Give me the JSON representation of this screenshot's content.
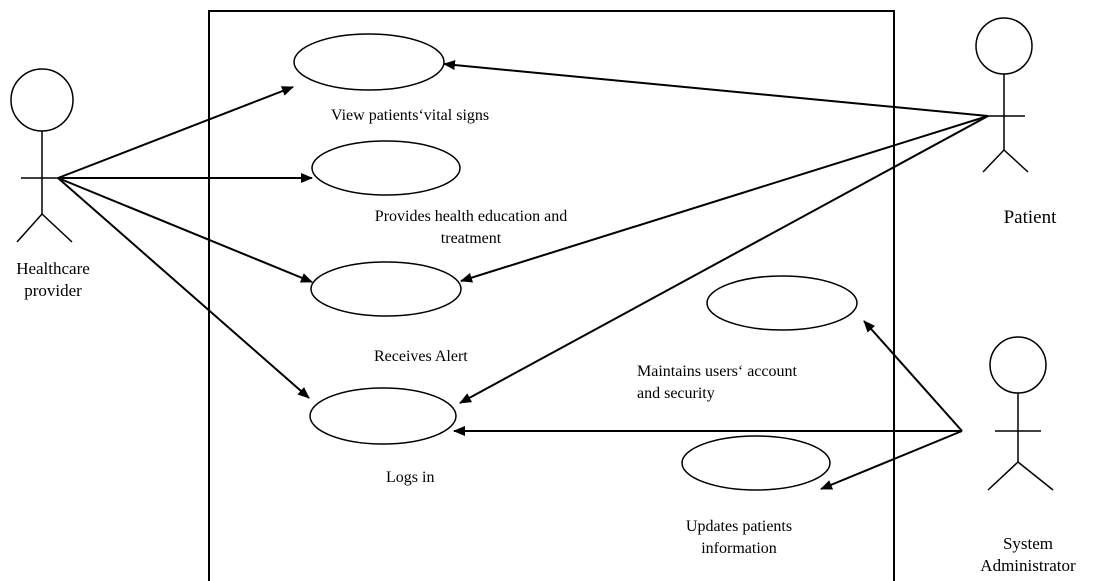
{
  "actors": {
    "healthcare_provider": {
      "line1": "Healthcare",
      "line2": "provider"
    },
    "patient": {
      "line1": "Patient"
    },
    "system_administrator": {
      "line1": "System",
      "line2": "Administrator"
    }
  },
  "use_cases": {
    "view_vital_signs": "View patients‘vital signs",
    "health_education": {
      "line1": "Provides health education and",
      "line2": "treatment"
    },
    "receives_alert": "Receives Alert",
    "logs_in": "Logs in",
    "maintains_accounts": {
      "line1": "Maintains users‘ account",
      "line2": "and security"
    },
    "updates_patients": {
      "line1": "Updates patients",
      "line2": "information"
    }
  }
}
